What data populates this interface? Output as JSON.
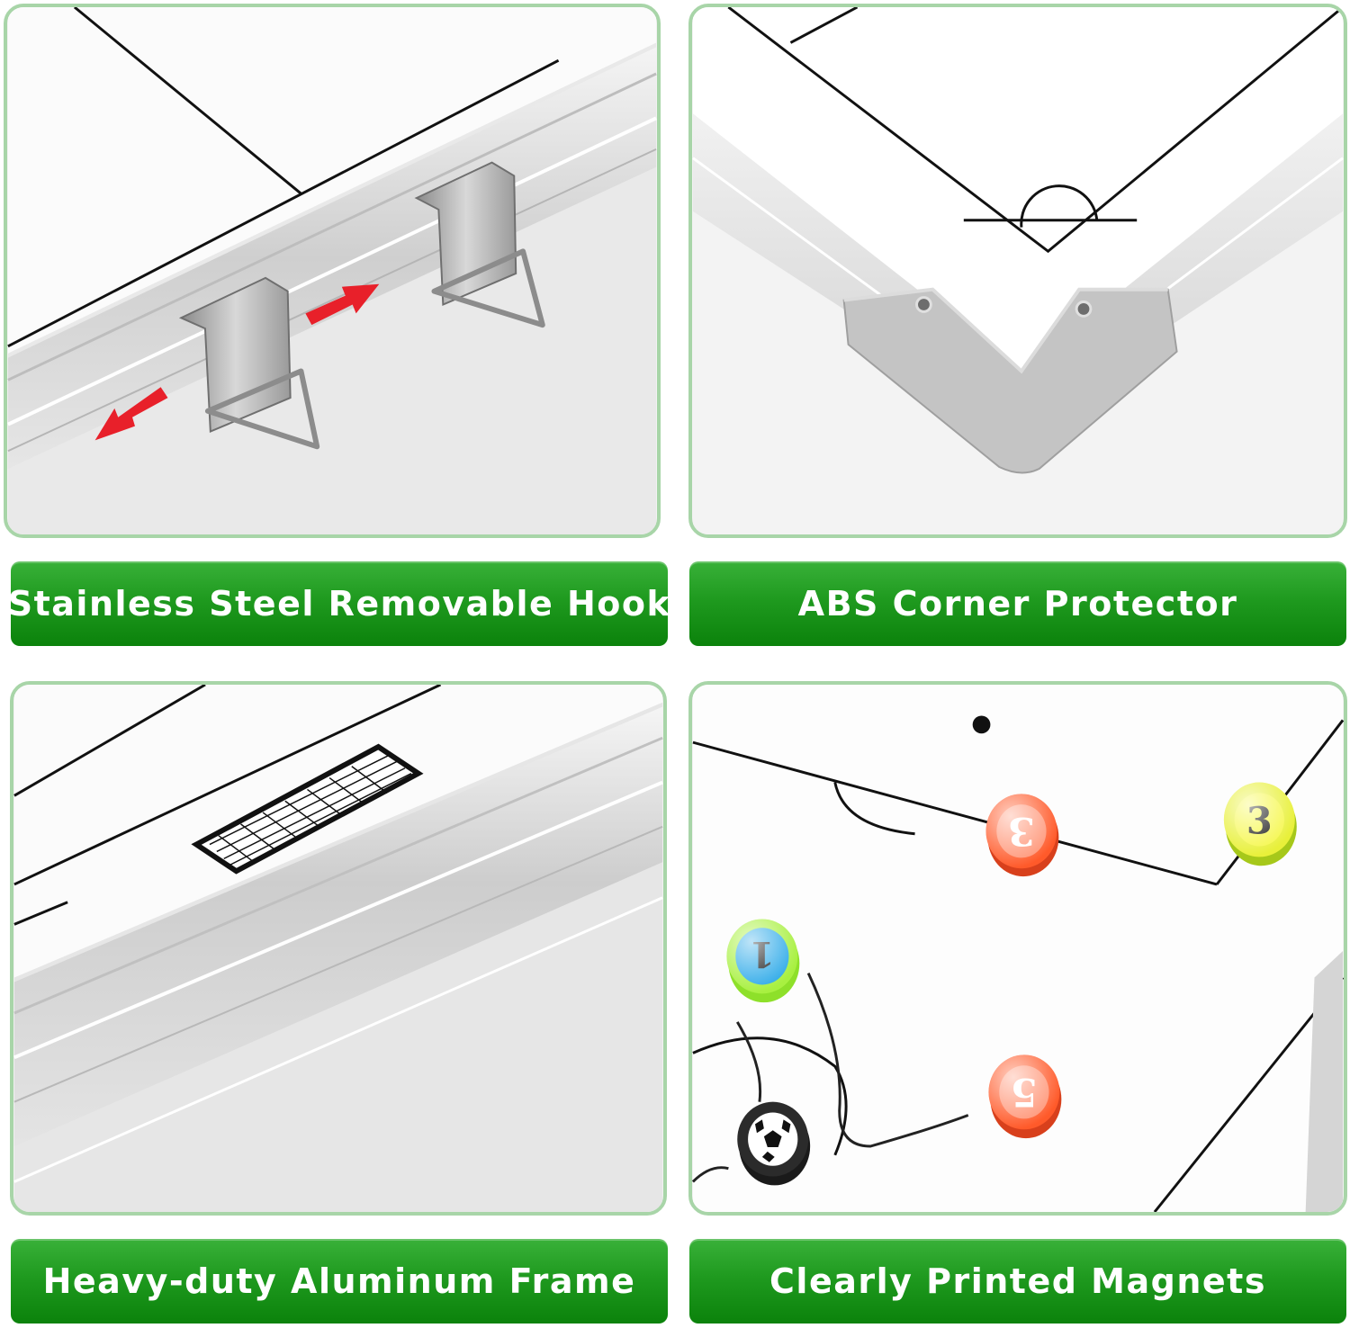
{
  "features": [
    {
      "label": "Stainless Steel Removable Hook"
    },
    {
      "label": "ABS Corner Protector"
    },
    {
      "label": "Heavy-duty Aluminum Frame"
    },
    {
      "label": "Clearly Printed Magnets"
    }
  ],
  "magnets": [
    {
      "number": "3",
      "color": "#ff5a2a"
    },
    {
      "number": "3",
      "color": "#e8f03a"
    },
    {
      "number": "1",
      "color": "#2aa8e8"
    },
    {
      "number": "5",
      "color": "#ff5a2a"
    }
  ],
  "colors": {
    "label_green": "#1f9a1f",
    "panel_border": "#a8d5a8",
    "arrow_red": "#e8202a"
  }
}
